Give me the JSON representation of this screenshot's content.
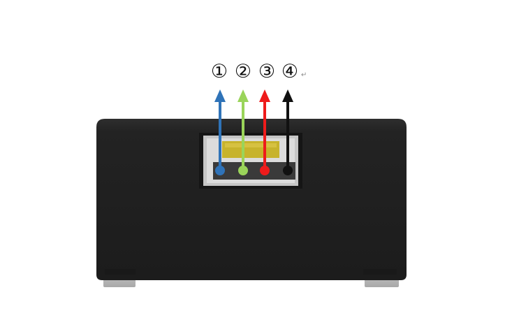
{
  "pins": [
    {
      "label": "①",
      "color": "#2f73b8"
    },
    {
      "label": "②",
      "color": "#9ad45a"
    },
    {
      "label": "③",
      "color": "#ee1b1b"
    },
    {
      "label": "④",
      "color": "#111111"
    }
  ],
  "return_mark": "↵",
  "device": {
    "body_color": "#242424",
    "port_frame_color": "#c6c6c6",
    "tongue_color": "#c7b32c",
    "foot_color": "#bdbdbd"
  }
}
